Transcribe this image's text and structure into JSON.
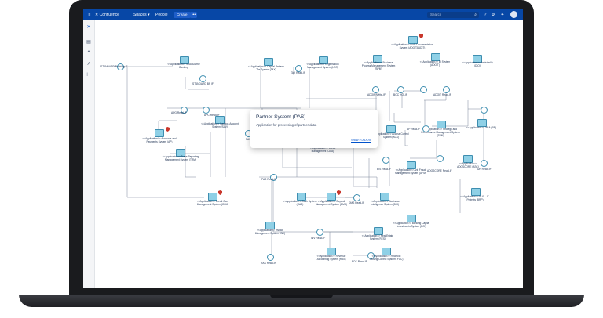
{
  "topbar": {
    "menu_icon": "menu-icon",
    "logo_text": "Confluence",
    "spaces_label": "Spaces",
    "people_label": "People",
    "create_label": "Create",
    "more_label": "•••",
    "search_placeholder": "Search"
  },
  "popup": {
    "title": "Partner System (PAS)",
    "description": "Application for processing of partner data.",
    "link": "Show in ADOIT"
  },
  "nodes": [
    {
      "id": "n1",
      "label": "<<Application>> STANDARD Banking"
    },
    {
      "id": "n2",
      "label": "<<Application>> Capital Returns Tax System (TAX)"
    },
    {
      "id": "n3",
      "label": "<<Application>> Legitimation Management System (LEG)"
    },
    {
      "id": "n4",
      "label": "<<Application>> Audit Documentation System (ADOITAUDIT)"
    },
    {
      "id": "n5",
      "label": "<<Application>> Business Process Management System (BPM)"
    },
    {
      "id": "n6",
      "label": "<<Application>> BI System (ADOIT)"
    },
    {
      "id": "n7",
      "label": "<<Application>> decisionIQ (DIO)"
    },
    {
      "id": "n8",
      "label": "<<Application>> Savings Account System (SAV)"
    },
    {
      "id": "n9",
      "label": "<<Application>> Accounts and Payments System (AP)"
    },
    {
      "id": "n10",
      "label": "<<Application>> Trace Reporting Management System (TRM)"
    },
    {
      "id": "n11",
      "label": "<<Application>> Access Control System (ACS)"
    },
    {
      "id": "n12",
      "label": "<<Application>> Strategy and Performance Management System (SPM)"
    },
    {
      "id": "n13",
      "label": "<<Application>> JIRA (JIR)"
    },
    {
      "id": "n14",
      "label": "<<Application>> Credit Management (CMA)"
    },
    {
      "id": "n15",
      "label": "<<Application>> Anti Fraud Management System (AFM)"
    },
    {
      "id": "n16",
      "label": "<<Application>> ADOSCORE (ASC)"
    },
    {
      "id": "n17",
      "label": "<<Application>> Credit Card Management System (CCM)"
    },
    {
      "id": "n18",
      "label": "<<Application>> Cash System (CAS)"
    },
    {
      "id": "n19",
      "label": "<<Application>> Deposit Management System (DMS)"
    },
    {
      "id": "n20",
      "label": "<<Application>> Business Intelligence System (BIS)"
    },
    {
      "id": "n21",
      "label": "<<Application>> BUC - IT-Projects (BRP)"
    },
    {
      "id": "n22",
      "label": "<<Application>> Banking Capital Investments System (BCI)"
    },
    {
      "id": "n23",
      "label": "<<Application>> Invoice Management System (INV)"
    },
    {
      "id": "n24",
      "label": "<<Application>> Real Estate System (RES)"
    },
    {
      "id": "n25",
      "label": "<<Application>> Revenue Accounting System (RAS)"
    },
    {
      "id": "n26",
      "label": "<<Application>> Financial Closing Control System (FCC)"
    }
  ],
  "interfaces": [
    {
      "label": "STANDARD Banking IF"
    },
    {
      "label": "STANDARD BF IF"
    },
    {
      "label": "TAX Read-IF"
    },
    {
      "label": "LEG Read-IF"
    },
    {
      "label": "ADOIN Write-IF"
    },
    {
      "label": "BOC HOI-IF"
    },
    {
      "label": "ADOIT Read-IF"
    },
    {
      "label": "APG Read-IF"
    },
    {
      "label": "APC Read-IF"
    },
    {
      "label": "PAS Read-IF"
    },
    {
      "label": "AP Read-IF"
    },
    {
      "label": "AFM Read-IF"
    },
    {
      "label": "BIS Read-IF"
    },
    {
      "label": "ADOSCORE Read-IF"
    },
    {
      "label": "UR Read-IF"
    },
    {
      "label": "PAS Read-IF"
    },
    {
      "label": "DMS Read-IF"
    },
    {
      "label": "RAS Read-IF"
    },
    {
      "label": "INV Read-IF"
    },
    {
      "label": "FCC Read-IF"
    },
    {
      "label": "LEG Read-IF"
    }
  ]
}
